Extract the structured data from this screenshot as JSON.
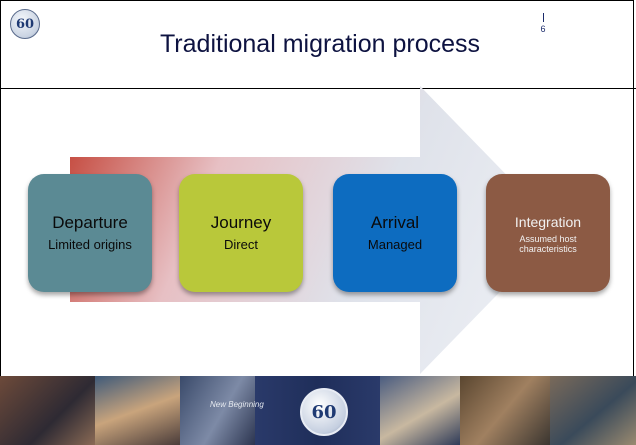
{
  "slide": {
    "title": "Traditional migration process",
    "slide_number": "6",
    "logo_text": "60",
    "colors": {
      "title": "#0d1240",
      "arrow_start": "#c0392b",
      "arrow_end": "#d8dde8"
    }
  },
  "stages": [
    {
      "name": "Departure",
      "detail": "Limited origins",
      "color": "#5b8a94",
      "text_color": "#0a0a0a"
    },
    {
      "name": "Journey",
      "detail": "Direct",
      "color": "#b9c83a",
      "text_color": "#0a0a0a"
    },
    {
      "name": "Arrival",
      "detail": "Managed",
      "color": "#0d6cc0",
      "text_color": "#0a0a0a"
    },
    {
      "name": "Integration",
      "detail": "Assumed host characteristics",
      "color": "#8c5a44",
      "text_color": "#f2f2f2"
    }
  ],
  "footer": {
    "center_logo_text": "60",
    "caption": "New Beginning"
  }
}
